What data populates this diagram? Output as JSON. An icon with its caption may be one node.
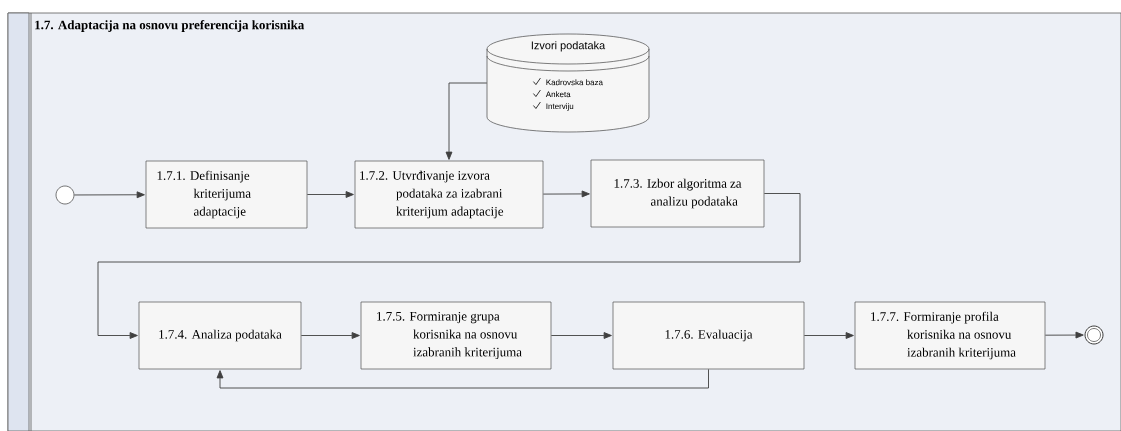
{
  "diagram": {
    "title": "1.7. Adaptacija na  osnovu preferencija korisnika",
    "nodes": [
      {
        "text": [],
        "shape": "circle"
      },
      {
        "text": [
          "1.7.1. Definisanje kriterijuma adaptacije"
        ]
      },
      {
        "text": [
          "1.7.2. Utvrđivanje izvora podataka za izabrani kriterijum adaptacije"
        ]
      },
      {
        "text": [
          "Izvori podataka",
          "Kadrovska baza",
          "Anketa",
          "Interviju"
        ]
      },
      {
        "text": [
          "1.7.3. Izbor algoritma za analizu podataka"
        ]
      },
      {
        "text": [
          "1.7.4. Analiza podataka"
        ]
      },
      {
        "text": [
          "1.7.5. Formiranje grupa korisnika na osnovu izabranih kriterijuma"
        ]
      },
      {
        "text": [
          "1.7.6. Evaluacija"
        ]
      },
      {
        "text": [
          "1.7.7. Formiranje profila korisnika na osnovu izabranih kriterijuma"
        ]
      },
      {
        "text": [],
        "shape": "circle"
      }
    ],
    "edges": [
      {
        "from": 0,
        "to": 1,
        "arrow": "to"
      },
      {
        "from": 1,
        "to": 2,
        "arrow": "to"
      },
      {
        "from": 3,
        "to": 2,
        "arrow": "to"
      },
      {
        "from": 2,
        "to": 4,
        "arrow": "to"
      },
      {
        "from": 4,
        "to": 5,
        "arrow": "to"
      },
      {
        "from": 5,
        "to": 6,
        "arrow": "to"
      },
      {
        "from": 6,
        "to": 7,
        "arrow": "to"
      },
      {
        "from": 7,
        "to": 5,
        "arrow": "to"
      },
      {
        "from": 7,
        "to": 8,
        "arrow": "to"
      },
      {
        "from": 8,
        "to": 9,
        "arrow": "to"
      }
    ]
  }
}
